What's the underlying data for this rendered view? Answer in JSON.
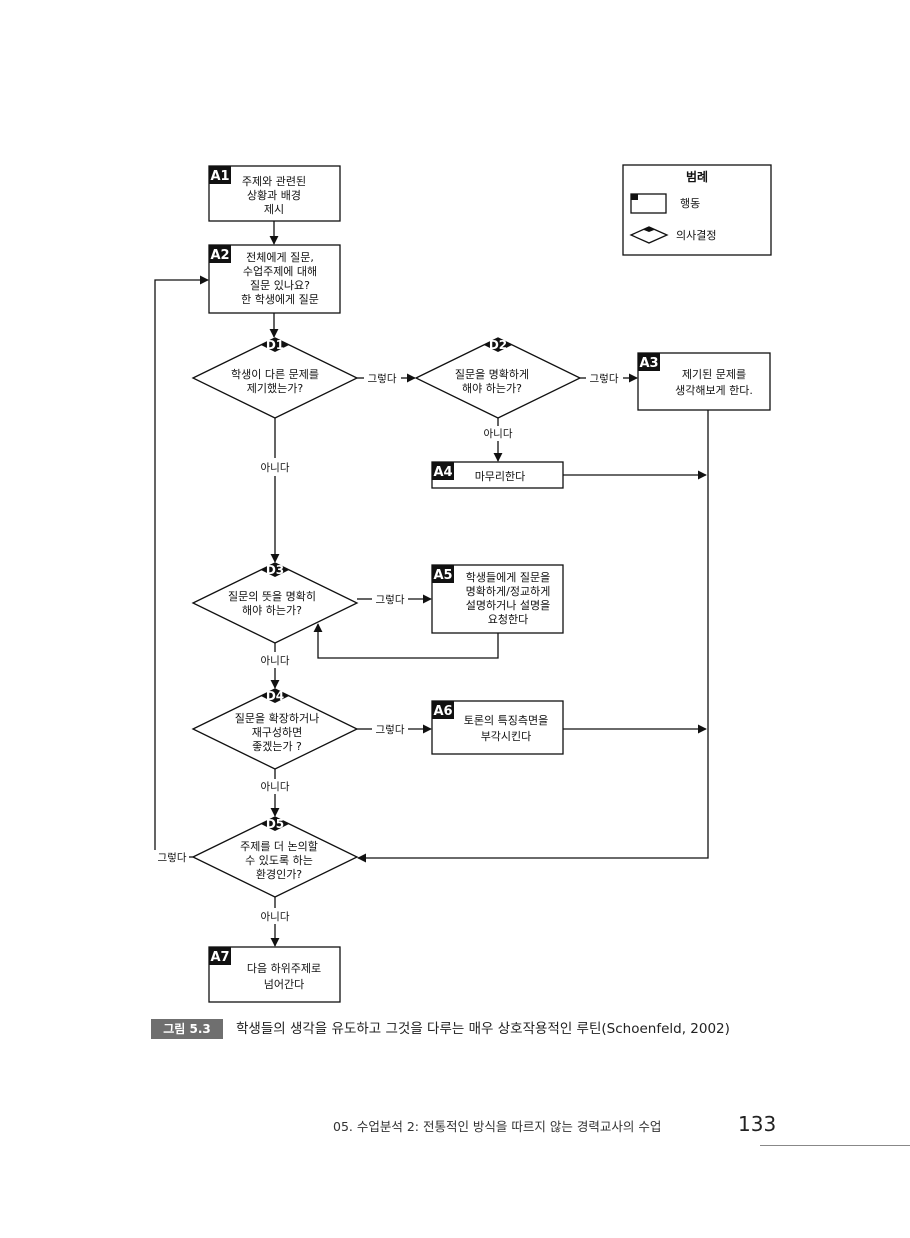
{
  "legend": {
    "title": "범례",
    "action_label": "행동",
    "decision_label": "의사결정"
  },
  "actions": [
    {
      "id": "A1",
      "lines": [
        "주제와 관련된",
        "상황과 배경",
        "제시"
      ]
    },
    {
      "id": "A2",
      "lines": [
        "전체에게 질문,",
        "수업주제에 대해",
        "질문 있나요?",
        "한 학생에게 질문"
      ]
    },
    {
      "id": "A3",
      "lines": [
        "제기된 문제를",
        "생각해보게 한다."
      ]
    },
    {
      "id": "A4",
      "lines": [
        "마무리한다"
      ]
    },
    {
      "id": "A5",
      "lines": [
        "학생들에게 질문을",
        "명확하게/정교하게",
        "설명하거나 설명을",
        "요청한다"
      ]
    },
    {
      "id": "A6",
      "lines": [
        "토론의 특징측면을",
        "부각시킨다"
      ]
    },
    {
      "id": "A7",
      "lines": [
        "다음 하위주제로",
        "넘어간다"
      ]
    }
  ],
  "decisions": [
    {
      "id": "D1",
      "lines": [
        "학생이 다른 문제를",
        "제기했는가?"
      ]
    },
    {
      "id": "D2",
      "lines": [
        "질문을 명확하게",
        "해야 하는가?"
      ]
    },
    {
      "id": "D3",
      "lines": [
        "질문의 뜻을 명확히",
        "해야 하는가?"
      ]
    },
    {
      "id": "D4",
      "lines": [
        "질문을 확장하거나",
        "재구성하면",
        "좋겠는가 ?"
      ]
    },
    {
      "id": "D5",
      "lines": [
        "주제를 더 논의할",
        "수 있도록 하는",
        "환경인가?"
      ]
    }
  ],
  "edge_labels": {
    "yes": "그렇다",
    "no": "아니다"
  },
  "caption": {
    "badge": "그림 5.3",
    "text": "학생들의 생각을 유도하고 그것을 다루는 매우 상호작용적인 루틴(Schoenfeld, 2002)"
  },
  "footer": {
    "running_title": "05. 수업분석 2: 전통적인 방식을 따르지 않는 경력교사의 수업",
    "page_number": "133"
  }
}
